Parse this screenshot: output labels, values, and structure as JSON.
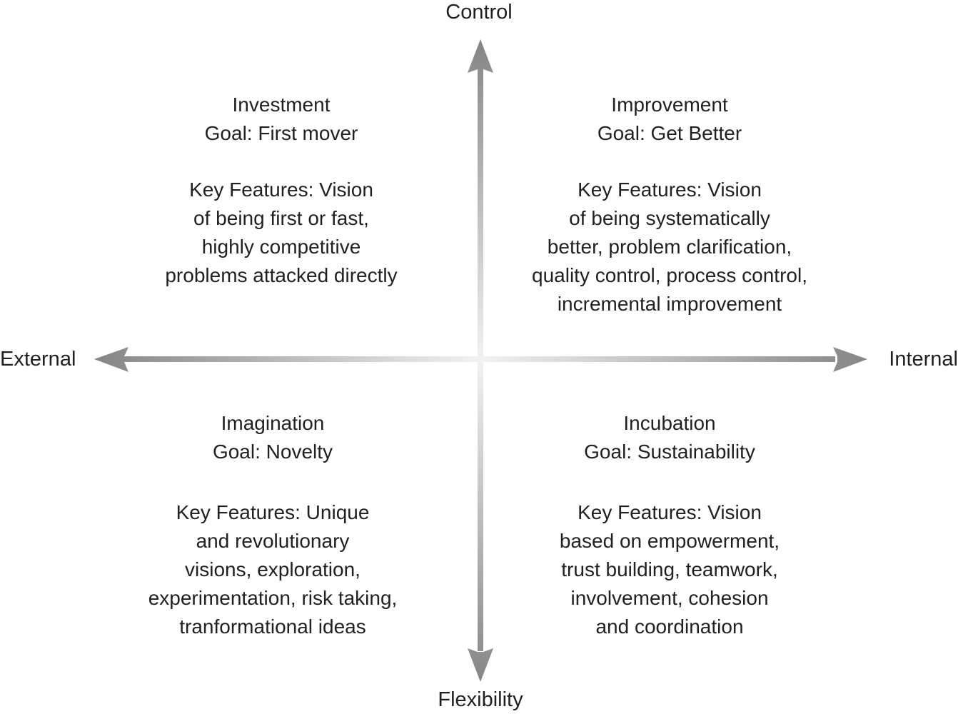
{
  "axes": {
    "top": "Control",
    "bottom": "Flexibility",
    "left": "External",
    "right": "Internal"
  },
  "quadrants": {
    "investment": {
      "title": "Investment",
      "goal": "Goal: First mover",
      "features": [
        "Key Features:  Vision",
        "of being first or fast,",
        "highly competitive",
        "problems attacked directly"
      ]
    },
    "improvement": {
      "title": "Improvement",
      "goal": "Goal: Get Better",
      "features": [
        "Key Features:  Vision",
        "of being systematically",
        "better, problem clarification,",
        "quality control, process control,",
        "incremental improvement"
      ]
    },
    "imagination": {
      "title": "Imagination",
      "goal": "Goal: Novelty",
      "features": [
        "Key Features:  Unique",
        "and revolutionary",
        "visions, exploration,",
        "experimentation, risk taking,",
        "tranformational ideas"
      ]
    },
    "incubation": {
      "title": "Incubation",
      "goal": "Goal: Sustainability",
      "features": [
        "Key Features:  Vision",
        "based on empowerment,",
        "trust building, teamwork,",
        "involvement, cohesion",
        "and coordination"
      ]
    }
  },
  "colors": {
    "text": "#231f20",
    "arrow_dark": "#8a8a8c",
    "arrow_light": "#f2f2f2"
  }
}
